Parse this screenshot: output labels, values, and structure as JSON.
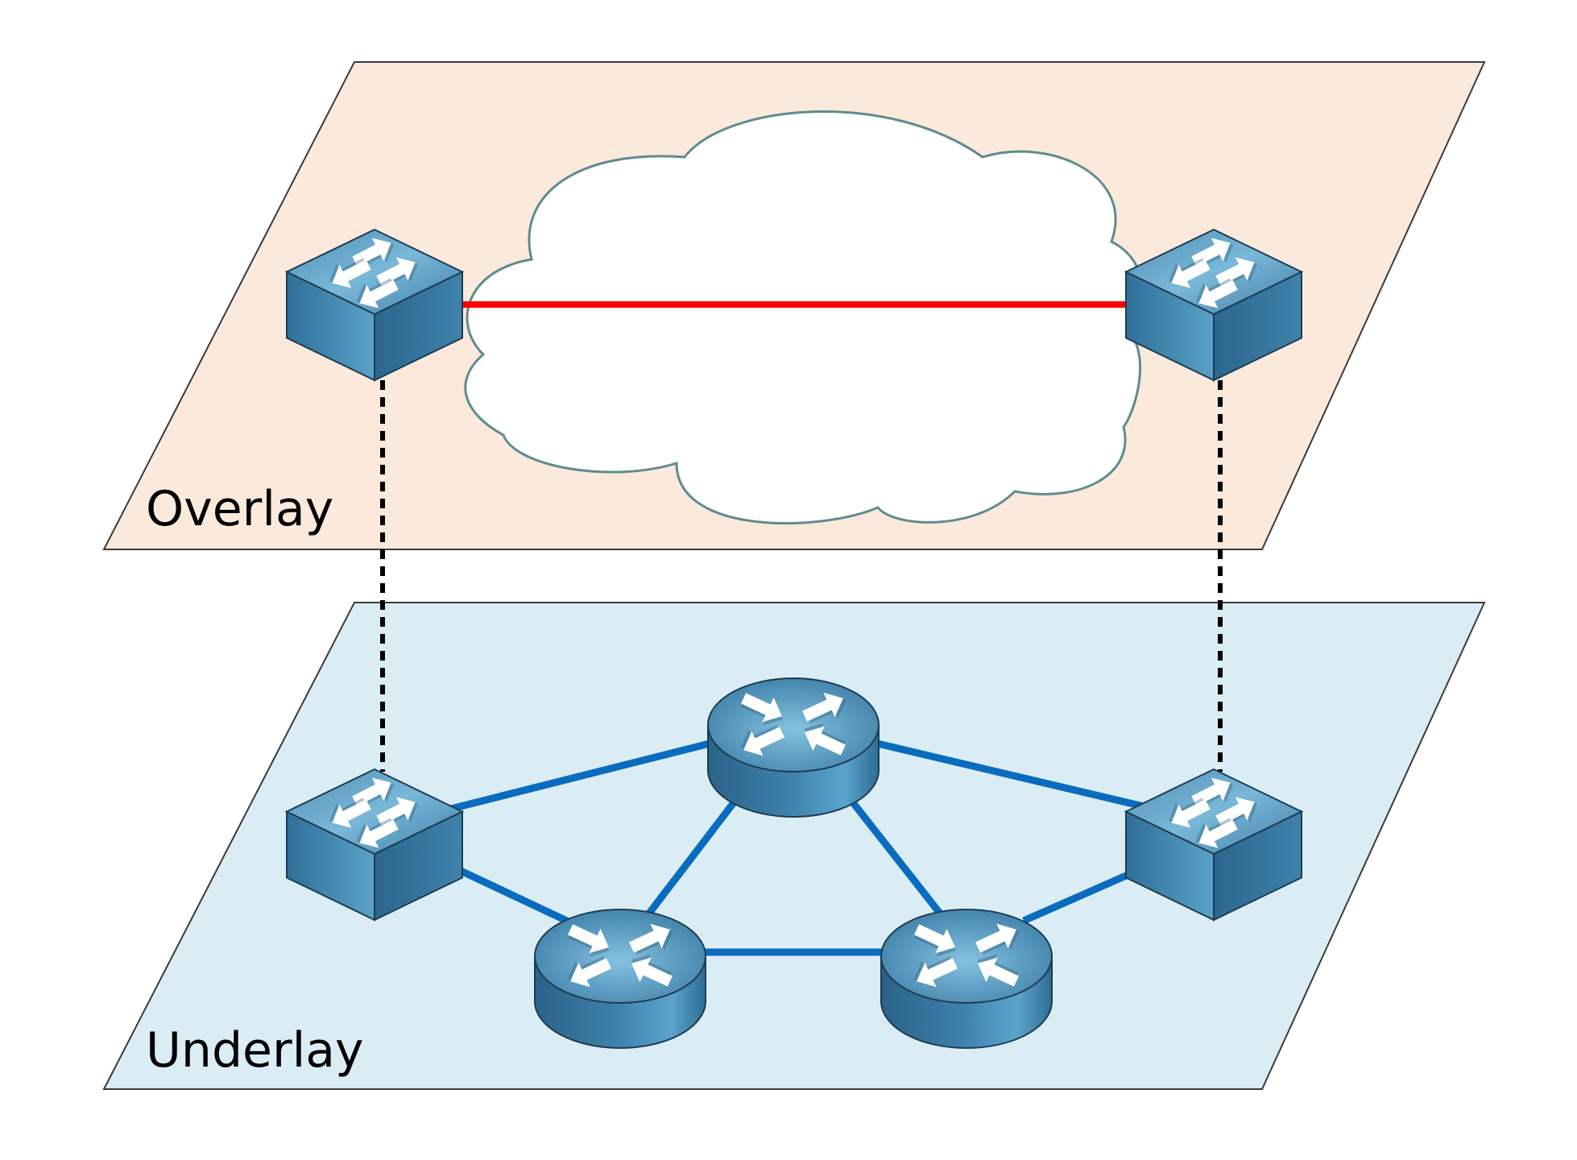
{
  "diagram": {
    "title": "Overlay vs Underlay network",
    "colors": {
      "overlay_plane": "#fbe9dc",
      "underlay_plane": "#dbedf4",
      "plane_border": "#3a3a3a",
      "cloud_fill": "#ffffff",
      "cloud_stroke": "#5f8c8f",
      "tunnel_link": "#ff0000",
      "physical_link": "#0a6cbf",
      "mapping_line": "#000000",
      "device_top": "#5b9fc4",
      "device_side_left": "#3f84ad",
      "device_side_right": "#2d6a91",
      "device_outline": "#1d3d52",
      "arrow": "#ffffff"
    },
    "planes": [
      {
        "id": "overlay",
        "label": "Overlay"
      },
      {
        "id": "underlay",
        "label": "Underlay"
      }
    ],
    "nodes": [
      {
        "id": "ov-sw-left",
        "type": "switch",
        "plane": "overlay",
        "icon": "switch-icon"
      },
      {
        "id": "ov-sw-right",
        "type": "switch",
        "plane": "overlay",
        "icon": "switch-icon"
      },
      {
        "id": "un-sw-left",
        "type": "switch",
        "plane": "underlay",
        "icon": "switch-icon"
      },
      {
        "id": "un-sw-right",
        "type": "switch",
        "plane": "underlay",
        "icon": "switch-icon"
      },
      {
        "id": "un-rt-top",
        "type": "router",
        "plane": "underlay",
        "icon": "router-icon"
      },
      {
        "id": "un-rt-bl",
        "type": "router",
        "plane": "underlay",
        "icon": "router-icon"
      },
      {
        "id": "un-rt-br",
        "type": "router",
        "plane": "underlay",
        "icon": "router-icon"
      }
    ],
    "edges": [
      {
        "from": "ov-sw-left",
        "to": "ov-sw-right",
        "kind": "tunnel"
      },
      {
        "from": "ov-sw-left",
        "to": "un-sw-left",
        "kind": "mapping"
      },
      {
        "from": "ov-sw-right",
        "to": "un-sw-right",
        "kind": "mapping"
      },
      {
        "from": "un-sw-left",
        "to": "un-rt-top",
        "kind": "physical"
      },
      {
        "from": "un-rt-top",
        "to": "un-sw-right",
        "kind": "physical"
      },
      {
        "from": "un-sw-left",
        "to": "un-rt-bl",
        "kind": "physical"
      },
      {
        "from": "un-rt-top",
        "to": "un-rt-bl",
        "kind": "physical"
      },
      {
        "from": "un-rt-top",
        "to": "un-rt-br",
        "kind": "physical"
      },
      {
        "from": "un-rt-bl",
        "to": "un-rt-br",
        "kind": "physical"
      },
      {
        "from": "un-rt-br",
        "to": "un-sw-right",
        "kind": "physical"
      }
    ]
  }
}
